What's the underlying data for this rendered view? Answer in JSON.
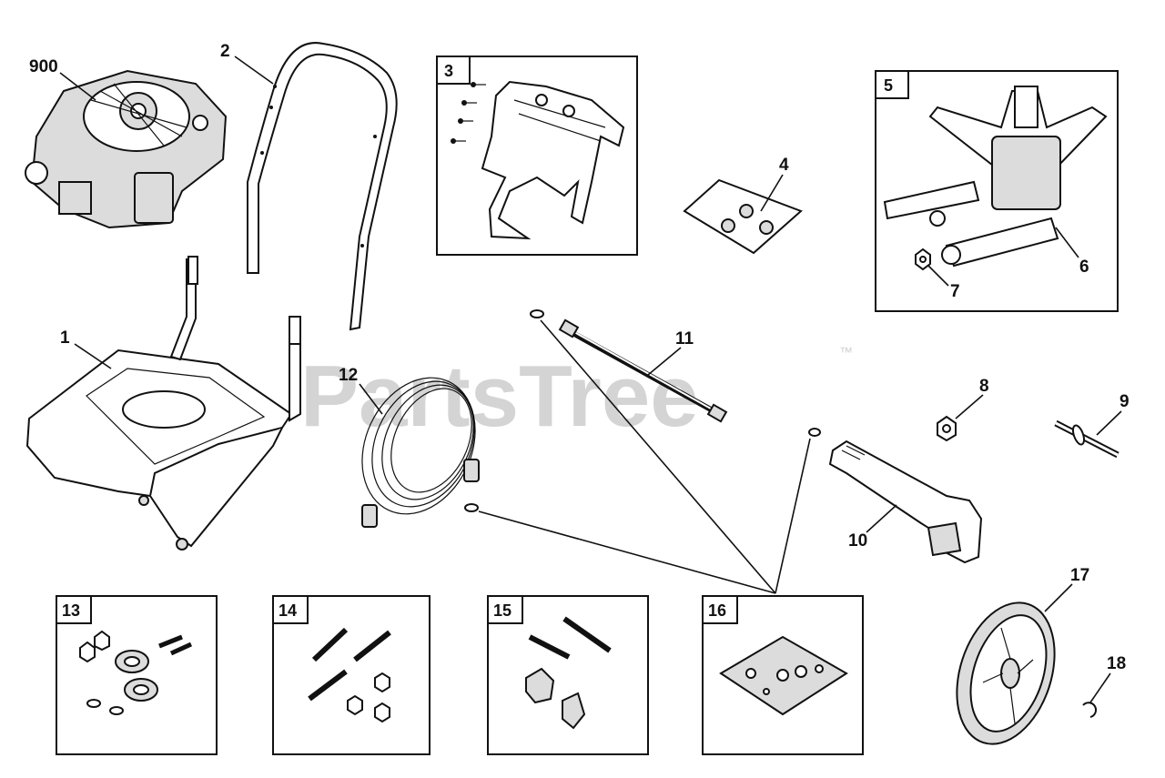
{
  "watermark": {
    "text": "PartsTree",
    "trademark": "™"
  },
  "callouts": {
    "c900": "900",
    "c2": "2",
    "c4": "4",
    "c1": "1",
    "c12": "12",
    "c11": "11",
    "c6": "6",
    "c7": "7",
    "c8": "8",
    "c9": "9",
    "c10": "10",
    "c17": "17",
    "c18": "18"
  },
  "boxes": {
    "b3": "3",
    "b5": "5",
    "b13": "13",
    "b14": "14",
    "b15": "15",
    "b16": "16"
  }
}
